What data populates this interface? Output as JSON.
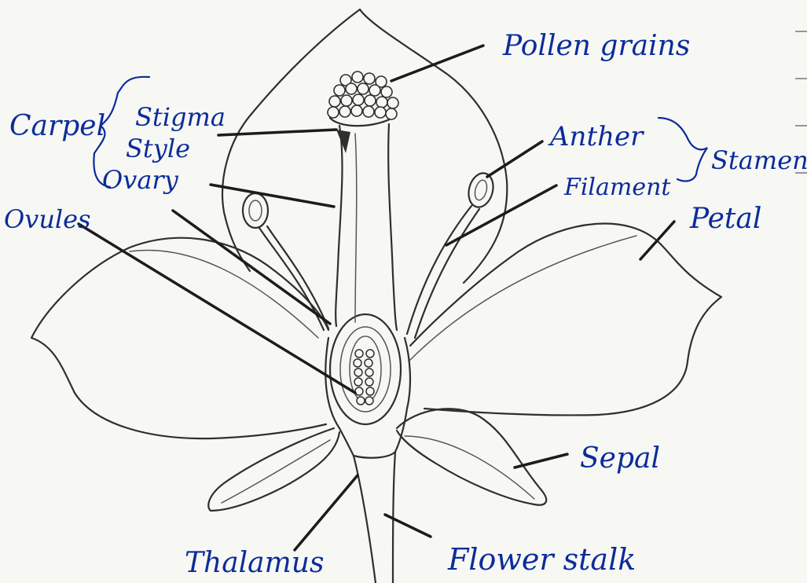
{
  "labels": {
    "pollen_grains": "Pollen grains",
    "carpel": "Carpel",
    "stigma": "Stigma",
    "style": "Style",
    "ovary": "Ovary",
    "ovules": "Ovules",
    "anther": "Anther",
    "filament": "Filament",
    "stamen": "Stamen",
    "petal": "Petal",
    "sepal": "Sepal",
    "thalamus": "Thalamus",
    "flower_stalk": "Flower stalk"
  },
  "colors": {
    "ink": "#0b2c9a",
    "pencil": "#2f2f2f",
    "paper": "#f7f7f4"
  }
}
